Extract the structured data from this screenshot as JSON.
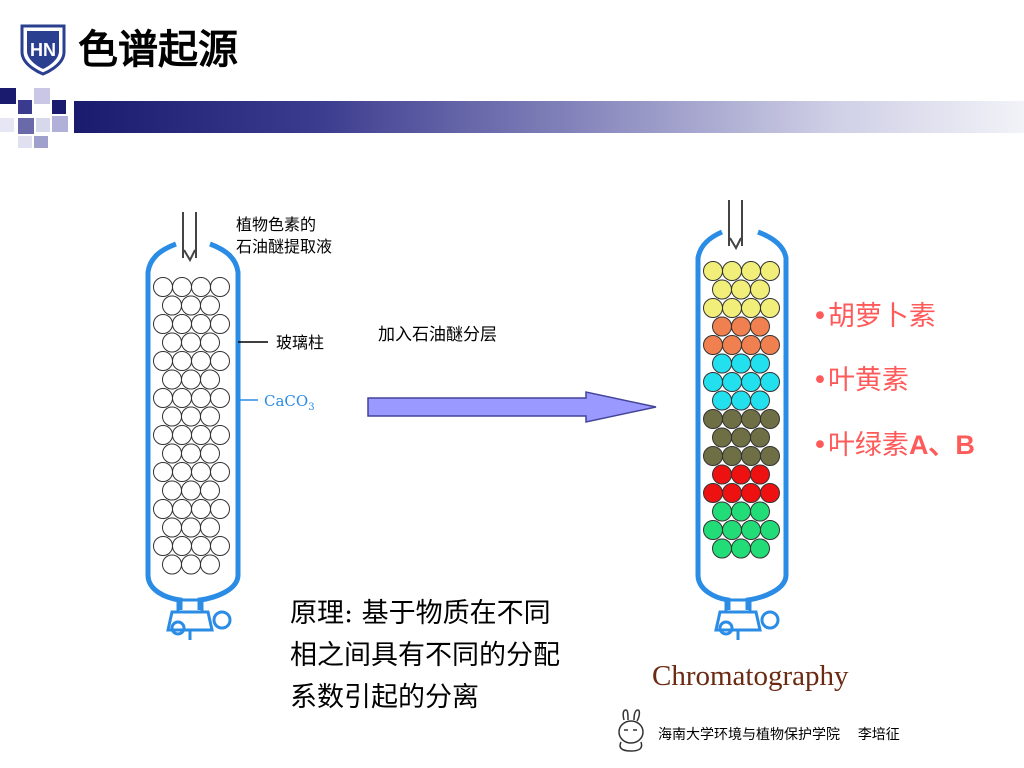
{
  "slide": {
    "title": "色谱起源",
    "logo_text": "HN"
  },
  "left_column": {
    "inlet_label_line1": "植物色素的",
    "inlet_label_line2": "石油醚提取液",
    "column_label": "玻璃柱",
    "packing_label_main": "CaCO",
    "packing_label_sub": "3"
  },
  "process_label": "加入石油醚分层",
  "legend": [
    {
      "text": "胡萝卜素"
    },
    {
      "text": "叶黄素"
    },
    {
      "text": "叶绿素",
      "suffix": "A、B"
    }
  ],
  "principle": {
    "line1": "原理: 基于物质在不同",
    "line2": "相之间具有不同的分配",
    "line3": "系数引起的分离"
  },
  "caption": "Chromatography",
  "footer": {
    "institution": "海南大学环境与植物保护学院",
    "author": "李培征"
  },
  "colors": {
    "column_outline": "#2b8ce6",
    "carotene_band": "#f2ee7a",
    "xanthophyll_band": "#f08050",
    "cyan_band": "#22e0ee",
    "olive_band": "#6f6f45",
    "red_band": "#ee1111",
    "green_band": "#22dd77",
    "legend_text": "#ff5a5a",
    "arrow_fill": "#9999ff"
  }
}
